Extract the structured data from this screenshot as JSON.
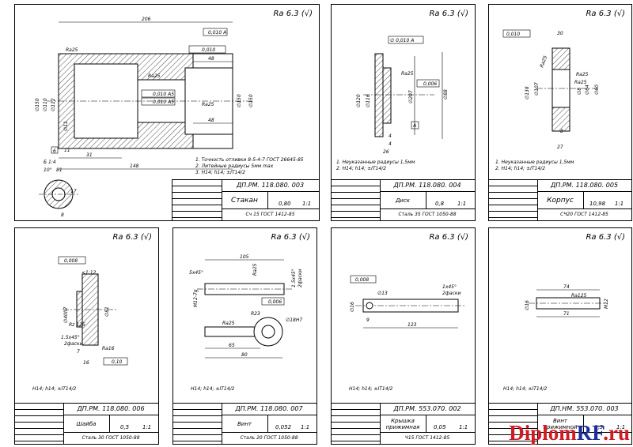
{
  "sheets": [
    {
      "id": "s1",
      "roughness": "Ra 6.3 (√)",
      "code": "ДП.РМ. 118.080. 003",
      "name": "Стакан",
      "mass": "0,80",
      "scale": "1:1",
      "material": "Сч 15 ГОСТ 1412-85",
      "notes": [
        "1. Точность отливки 8-5-4-7 ГОСТ 26645-85",
        "2. Литейные радиусы 5мм max",
        "3. Н14; h14; ±IT14/2"
      ],
      "dims": [
        "206",
        "48",
        "48",
        "148",
        "31",
        "11",
        "6",
        "Б 1:4",
        "10°",
        "81",
        "17",
        "8",
        "Ra25",
        "Ra25",
        "Ra25",
        "0,010",
        "0,010 А5",
        "0,010 А5",
        "0,010 А",
        "∅150",
        "∅110",
        "∅112",
        "∅11",
        "∅150",
        "∅150"
      ]
    },
    {
      "id": "s2",
      "roughness": "Ra 6.3 (√)",
      "code": "ДП.РМ. 118.080. 004",
      "name": "Диск",
      "mass": "0,8",
      "scale": "1:1",
      "material": "Сталь 35 ГОСТ 1050-88",
      "notes": [
        "1. Неуказанные радиусы 1,5мм",
        "2. Н14; h14; ±IT14/2"
      ],
      "dims": [
        "∅ 0,010 А",
        "Ra25",
        "0,006",
        "4",
        "4",
        "26",
        "∅120",
        "∅116",
        "∅207",
        "∅88",
        "А"
      ]
    },
    {
      "id": "s3",
      "roughness": "Ra 6.3 (√)",
      "code": "ДП.РМ. 118.080. 005",
      "name": "Корпус",
      "mass": "10,98",
      "scale": "1:1",
      "material": "СЧ20 ГОСТ 1412-85",
      "notes": [
        "1. Неуказанные радиусы 1,5мм",
        "2. Н14; h14; ±IT14/2"
      ],
      "dims": [
        "0,010",
        "30",
        "Ra25",
        "Ra25",
        "Ra25",
        "∅138",
        "∅107",
        "∅8",
        "∅64",
        "∅60",
        "8",
        "27"
      ]
    },
    {
      "id": "s4",
      "roughness": "Ra 6.3 (√)",
      "code": "ДП.РМ. 118.080. 006",
      "name": "Шайба",
      "mass": "0,5",
      "scale": "1:1",
      "material": "Сталь 30 ГОСТ 1050-88",
      "notes": [
        "Н14; h14; ±IT14/2"
      ],
      "dims": [
        "0,008",
        "<1:12",
        "∅40h7",
        "∅81",
        "Rz 125",
        "1.5х45°",
        "2фаски",
        "Ra16",
        "7",
        "16",
        "0,10"
      ]
    },
    {
      "id": "s5",
      "roughness": "Ra 6.3 (√)",
      "code": "ДП.РМ. 118.080. 007",
      "name": "Винт",
      "mass": "0,052",
      "scale": "1:1",
      "material": "Сталь 20 ГОСТ 1050-88",
      "notes": [
        "Н14; h14; ±IT14/2"
      ],
      "dims": [
        "105",
        "5х45°",
        "Ra25",
        "1.5х45°",
        "2фаски",
        "0,006",
        "М12-7g",
        "Ra25",
        "R23",
        "∅18Н7",
        "65",
        "80"
      ]
    },
    {
      "id": "s6",
      "roughness": "Ra 6.3 (√)",
      "code": "ДП.РМ. 553.070. 002",
      "name": "Крышка прижимная",
      "mass": "0,05",
      "scale": "1:1",
      "material": "Ч15 ГОСТ 1412-85",
      "notes": [
        "Н14; h14; ±IT14/2"
      ],
      "dims": [
        "0,008",
        "∅13",
        "1х45°",
        "2фаски",
        "∅16",
        "9",
        "123"
      ]
    },
    {
      "id": "s7",
      "roughness": "Ra 6.3 (√)",
      "code": "ДП.НМ. 553.070. 003",
      "name": "Винт прижимной",
      "mass": "0,5",
      "scale": "1:1",
      "material": "",
      "notes": [
        "Н14; h14; ±IT14/2"
      ],
      "dims": [
        "74",
        "Ra125",
        "∅16",
        "М12",
        "71"
      ]
    },
    {
      "id": "s8",
      "roughness": "",
      "code": "",
      "name": "",
      "mass": "",
      "scale": "",
      "material": "",
      "notes": [],
      "dims": []
    }
  ],
  "watermark": {
    "part1": "Diplom",
    "part2": "RF",
    "part3": ".ru"
  },
  "colors": {
    "line": "#000000",
    "hatch": "#000000",
    "axis": "#000000",
    "watermark_red": "#d11a22",
    "watermark_blue": "#1a2f9a"
  }
}
